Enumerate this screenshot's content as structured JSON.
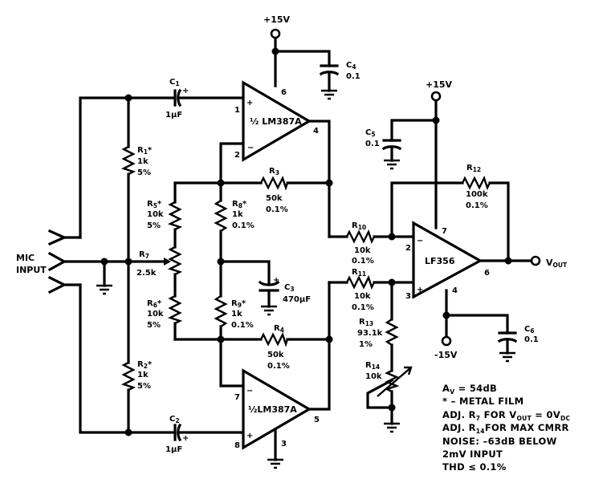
{
  "title": "Balanced Microphone Preamplifier schematic",
  "supplies": {
    "vplus_top": "+15V",
    "vplus_right": "+15V",
    "vminus": "-15V"
  },
  "input": {
    "label_line1": "MIC",
    "label_line2": "INPUT"
  },
  "output": {
    "label": "V",
    "label_sub": "OUT"
  },
  "opamps": [
    {
      "id": "U1A",
      "label": "½ LM387A",
      "pins": {
        "noninv": "1",
        "inv": "2",
        "vplus": "6",
        "out": "4"
      },
      "noninv_sign": "+",
      "inv_sign": "−"
    },
    {
      "id": "U1B",
      "label": "½LM387A",
      "pins": {
        "noninv": "8",
        "inv": "7",
        "gnd": "3",
        "out": "5"
      },
      "noninv_sign": "+",
      "inv_sign": "−"
    },
    {
      "id": "U2",
      "label": "LF356",
      "pins": {
        "inv": "2",
        "noninv": "3",
        "vplus": "7",
        "vminus": "4",
        "out": "6"
      },
      "noninv_sign": "+",
      "inv_sign": "−"
    }
  ],
  "components": {
    "C1": {
      "name": "C",
      "sub": "1",
      "value": "1μF",
      "polarity": "+"
    },
    "C2": {
      "name": "C",
      "sub": "2",
      "value": "1μF",
      "polarity": "+"
    },
    "C3": {
      "name": "C",
      "sub": "3",
      "value": "470μF",
      "polarity": "+"
    },
    "C4": {
      "name": "C",
      "sub": "4",
      "value": "0.1"
    },
    "C5": {
      "name": "C",
      "sub": "5",
      "value": "0.1"
    },
    "C6": {
      "name": "C",
      "sub": "6",
      "value": "0.1"
    },
    "R1": {
      "name": "R",
      "sub": "1",
      "mark": "*",
      "value": "1k",
      "tol": "5%"
    },
    "R2": {
      "name": "R",
      "sub": "2",
      "mark": "*",
      "value": "1k",
      "tol": "5%"
    },
    "R3": {
      "name": "R",
      "sub": "3",
      "value": "50k",
      "tol": "0.1%"
    },
    "R4": {
      "name": "R",
      "sub": "4",
      "value": "50k",
      "tol": "0.1%"
    },
    "R5": {
      "name": "R",
      "sub": "5",
      "mark": "*",
      "value": "10k",
      "tol": "5%"
    },
    "R6": {
      "name": "R",
      "sub": "6",
      "mark": "*",
      "value": "10k",
      "tol": "5%"
    },
    "R7": {
      "name": "R",
      "sub": "7",
      "value": "2.5k"
    },
    "R8": {
      "name": "R",
      "sub": "8",
      "mark": "*",
      "value": "1k",
      "tol": "0.1%"
    },
    "R9": {
      "name": "R",
      "sub": "9",
      "mark": "*",
      "value": "1k",
      "tol": "0.1%"
    },
    "R10": {
      "name": "R",
      "sub": "10",
      "value": "10k",
      "tol": "0.1%"
    },
    "R11": {
      "name": "R",
      "sub": "11",
      "value": "10k",
      "tol": "0.1%"
    },
    "R12": {
      "name": "R",
      "sub": "12",
      "value": "100k",
      "tol": "0.1%"
    },
    "R13": {
      "name": "R",
      "sub": "13",
      "value": "93.1k",
      "tol": "1%"
    },
    "R14": {
      "name": "R",
      "sub": "14",
      "value": "10k"
    }
  },
  "notes": [
    {
      "text": "A",
      "sub": "V",
      "rest": " = 54dB"
    },
    {
      "text": "* – METAL FILM"
    },
    {
      "text": "ADJ. R",
      "sub": "7",
      "rest": " FOR V",
      "sub2": "OUT",
      "rest2": " = 0V",
      "sub3": "DC"
    },
    {
      "text": "ADJ. R",
      "sub": "14",
      "rest": "FOR MAX CMRR"
    },
    {
      "text": "NOISE:  –63dB BELOW"
    },
    {
      "text": " 2mV INPUT"
    },
    {
      "text": "THD  ≤ 0.1%"
    }
  ]
}
